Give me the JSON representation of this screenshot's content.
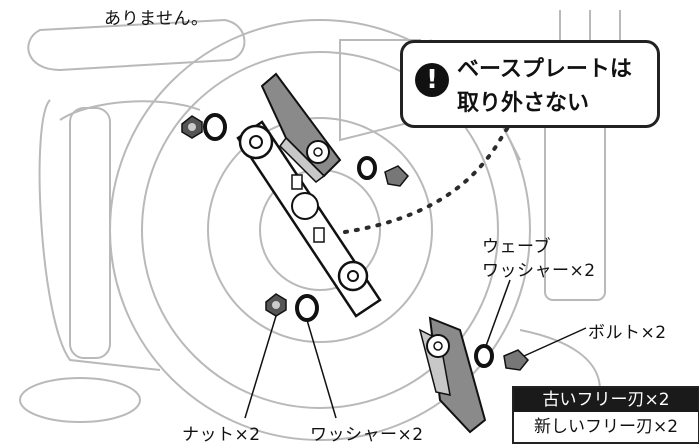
{
  "top_text": "ありません。",
  "warning": {
    "icon": "exclamation-icon",
    "icon_glyph": "!",
    "line1": "ベースプレートは",
    "line2": "取り外さない"
  },
  "labels": {
    "wave_washer_line1": "ウェーブ",
    "wave_washer_line2": "ワッシャー×2",
    "bolt": "ボルト×2",
    "nut": "ナット×2",
    "washer": "ワッシャー×2"
  },
  "blade_legend": {
    "old": "古いフリー刃×2",
    "new": "新しいフリー刃×2"
  }
}
